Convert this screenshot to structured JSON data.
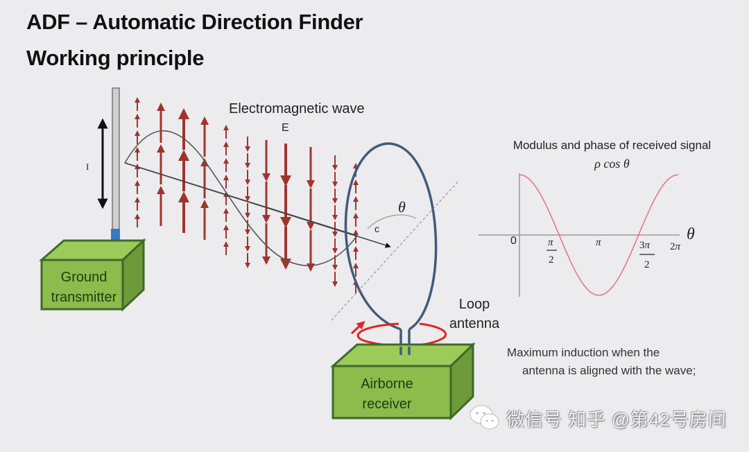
{
  "slide": {
    "title_line1": "ADF – Automatic Direction Finder",
    "title_line2": "Working principle"
  },
  "diagram": {
    "wave_label": "Electromagnetic wave",
    "field_label": "E",
    "current_label": "I",
    "propagation_label": "c",
    "angle_label": "θ",
    "transmitter_label_1": "Ground",
    "transmitter_label_2": "transmitter",
    "receiver_label_1": "Airborne",
    "receiver_label_2": "receiver",
    "antenna_label_1": "Loop",
    "antenna_label_2": "antenna",
    "colors": {
      "box_green": "#8dbb4c",
      "box_border": "#3c6a2a",
      "arrow_red": "#a0342c",
      "loop_blue": "#415a7a",
      "rotation_red": "#e0261e",
      "mast_blue": "#3d78c4"
    }
  },
  "chart": {
    "title": "Modulus and phase of received signal",
    "subtitle": "ρ cos θ",
    "x_axis_symbol": "θ",
    "x_ticks": [
      "0",
      "π/2",
      "π",
      "3π/2",
      "2π"
    ]
  },
  "notes": {
    "line1": "Maximum induction when the",
    "line2": "antenna is aligned with the wave;"
  },
  "watermark": {
    "text": "微信号 知乎 @第42号房间"
  },
  "chart_data": {
    "type": "line",
    "title": "Modulus and phase of received signal",
    "subtitle": "ρ cos θ",
    "xlabel": "θ",
    "ylabel": "",
    "x_tick_labels": [
      "0",
      "π/2",
      "π",
      "3π/2",
      "2π"
    ],
    "x": [
      0,
      0.7854,
      1.5708,
      2.3562,
      3.1416,
      3.927,
      4.7124,
      5.4978,
      6.2832
    ],
    "series": [
      {
        "name": "ρ cos θ",
        "values": [
          1,
          0.707,
          0,
          -0.707,
          -1,
          -0.707,
          0,
          0.707,
          1
        ]
      }
    ],
    "xlim": [
      -1,
      6.2832
    ],
    "ylim": [
      -1,
      1
    ],
    "grid": false,
    "line_color": "#e07a88"
  }
}
